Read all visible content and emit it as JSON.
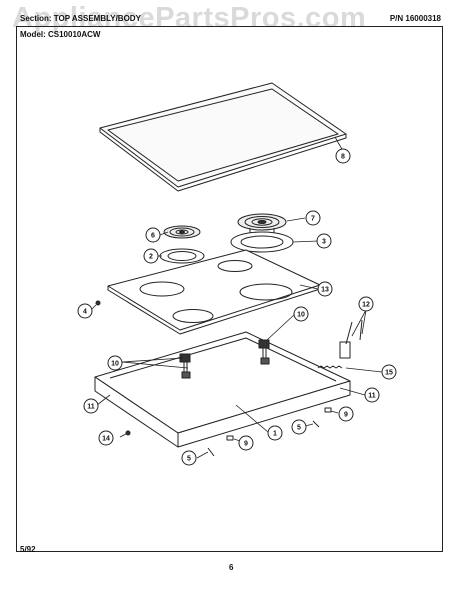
{
  "header": {
    "section": "Section: TOP ASSEMBLY/BODY",
    "model": "Model: CS10010ACW",
    "part_number": "P/N 16000318"
  },
  "watermark": "AppliancePartsPros.com",
  "footer": {
    "date": "5/92",
    "page": "6"
  },
  "callouts": [
    "8",
    "6",
    "7",
    "2",
    "3",
    "4",
    "13",
    "12",
    "10",
    "10",
    "15",
    "11",
    "11",
    "1",
    "9",
    "5",
    "9",
    "14",
    "5"
  ]
}
